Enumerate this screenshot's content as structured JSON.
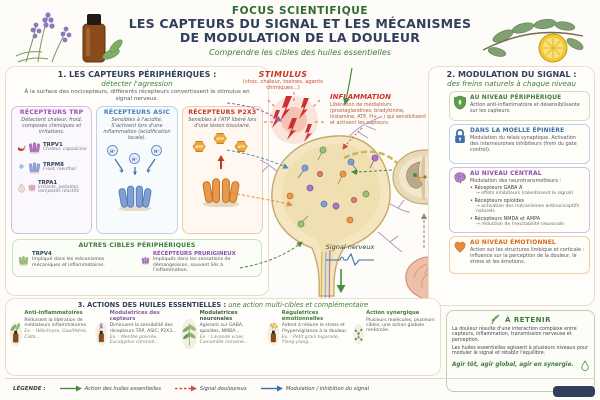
{
  "header": {
    "title_line1": "FOCUS SCIENTIFIQUE",
    "title_line2": "LES CAPTEURS DU SIGNAL ET LES MÉCANISMES",
    "title_line3": "DE MODULATION DE LA DOULEUR",
    "subtitle": "Comprendre les cibles des huiles essentielles"
  },
  "icons": {
    "snowflake": "❄"
  },
  "section1": {
    "title": "1. LES CAPTEURS PÉRIPHÉRIQUES :",
    "subtitle": "détecter l'agression",
    "intro": "À la surface des nocicepteurs, différents récepteurs convertissent le stimulus en signal nerveux.",
    "trp": {
      "title": "RÉCEPTEURS TRP",
      "desc": "Détectent chaleur, froid, composés chimiques et irritations.",
      "items": [
        {
          "name": "TRPV1",
          "desc": "Chaleur, capsaïcine"
        },
        {
          "name": "TRPM8",
          "desc": "Froid, menthol"
        },
        {
          "name": "TRPA1",
          "desc": "Irritants, pollution, composés réactifs"
        }
      ]
    },
    "asic": {
      "title": "RÉCEPTEURS ASIC",
      "desc": "Sensibles à l'acidité. S'activent lors d'une inflammation (acidification locale).",
      "hplus_label": "H⁺"
    },
    "p2x3": {
      "title": "RÉCEPTEURS P2X3",
      "desc": "Sensibles à l'ATP libéré lors d'une lésion tissulaire.",
      "atp_label": "ATP"
    },
    "autres": {
      "title": "AUTRES CIBLES PÉRIPHÉRIQUES",
      "items": [
        {
          "name": "TRPV4",
          "desc": "Impliqué dans les mécanismes mécaniques et inflammatoires."
        },
        {
          "name": "RÉCEPTEURS PRURIGINEUX",
          "desc": "Impliqués dans les sensations de démangeaison, souvent liés à l'inflammation."
        }
      ]
    }
  },
  "center": {
    "stimulus_title": "STIMULUS",
    "stimulus_desc": "(choc, chaleur, toxines, agents chimiques...)",
    "inflammation_title": "INFLAMMATION",
    "inflammation_desc": "Libération de médiateurs (prostaglandines, bradykinine, histamine, ATP, H+ ...) qui sensibilisent et activent les capteurs.",
    "signal_label": "Signal nerveux"
  },
  "section2": {
    "title": "2. MODULATION DU SIGNAL :",
    "subtitle": "des freins naturels à chaque niveau",
    "levels": [
      {
        "title": "AU NIVEAU PÉRIPHÉRIQUE",
        "desc": "Action anti-inflammatoire et désensibilisante sur les capteurs."
      },
      {
        "title": "DANS LA MOELLE ÉPINIÈRE",
        "desc": "Modulation du relais synaptique. Activation des interneurones inhibiteurs (frein du gate control)."
      },
      {
        "title": "AU NIVEAU CENTRAL",
        "desc": "Modulation des neurotransmetteurs :",
        "bullets": [
          {
            "name": "• Récepteurs GABA A",
            "effect": "→ effets inhibiteurs (ralentissent le signal)"
          },
          {
            "name": "• Récepteurs opioïdes",
            "effect": "→ activation des mécanismes antinociceptifs naturels"
          },
          {
            "name": "• Récepteurs NMDA et AMPA",
            "effect": "→ réduction de l'excitabilité neuronale"
          }
        ]
      },
      {
        "title": "AU NIVEAU ÉMOTIONNEL",
        "desc": "Action sur les structures limbique et corticale : influence sur la perception de la douleur, le stress et les émotions."
      }
    ]
  },
  "retenir": {
    "title": "À RETENIR",
    "p1": "La douleur résulte d'une interaction complexe entre capteurs, inflammation, transmission nerveuse et perception.",
    "p2": "Les huiles essentielles agissent à plusieurs niveaux pour moduler le signal et rétablir l'équilibre.",
    "p3": "Agir tôt, agir global, agir en synergie."
  },
  "section3": {
    "title": "3. ACTIONS DES HUILES ESSENTIELLES :",
    "title_suffix": "une action multi-cibles et complémentaire",
    "cards": [
      {
        "title": "Anti-inflammatoires",
        "desc": "Réduisent la libération de médiateurs inflammatoires.",
        "ex": "Ex. : Hélichryse, Gaulthérie, Ciste..."
      },
      {
        "title": "Modulatrices des capteurs",
        "desc": "Diminuent la sensibilité des récepteurs TRP, ASIC, P2X3...",
        "ex": "Ex. : Menthe poivrée, Eucalyptus citronné..."
      },
      {
        "title": "Modulatrices neuronales",
        "desc": "Agissent sur GABA, opioïdes, NMDA...",
        "ex": "Ex. : Lavande vraie, Camomille romaine..."
      },
      {
        "title": "Régulatrices émotionnelles",
        "desc": "Aident à réduire le stress et l'hypervigilance à la douleur.",
        "ex": "Ex. : Petit grain bigarade, Ylang-ylang..."
      },
      {
        "title": "Action synergique",
        "desc": "Plusieurs molécules, plusieurs cibles, une action globale renforcée.",
        "ex": ""
      }
    ]
  },
  "legend": {
    "label": "LÉGENDE :",
    "items": [
      {
        "text": "Action des huiles essentielles",
        "color": "#4a8c3f",
        "style": "solid"
      },
      {
        "text": "Signal douloureux",
        "color": "#d05040",
        "style": "dashed"
      },
      {
        "text": "Modulation / inhibition du signal",
        "color": "#3d6fa8",
        "style": "solid"
      }
    ]
  },
  "colors": {
    "navy": "#2f3f5c",
    "green": "#3e7d3a",
    "red": "#cc3326",
    "purple": "#9b59b6",
    "blue": "#3d6fa8",
    "orange": "#d2691e"
  }
}
